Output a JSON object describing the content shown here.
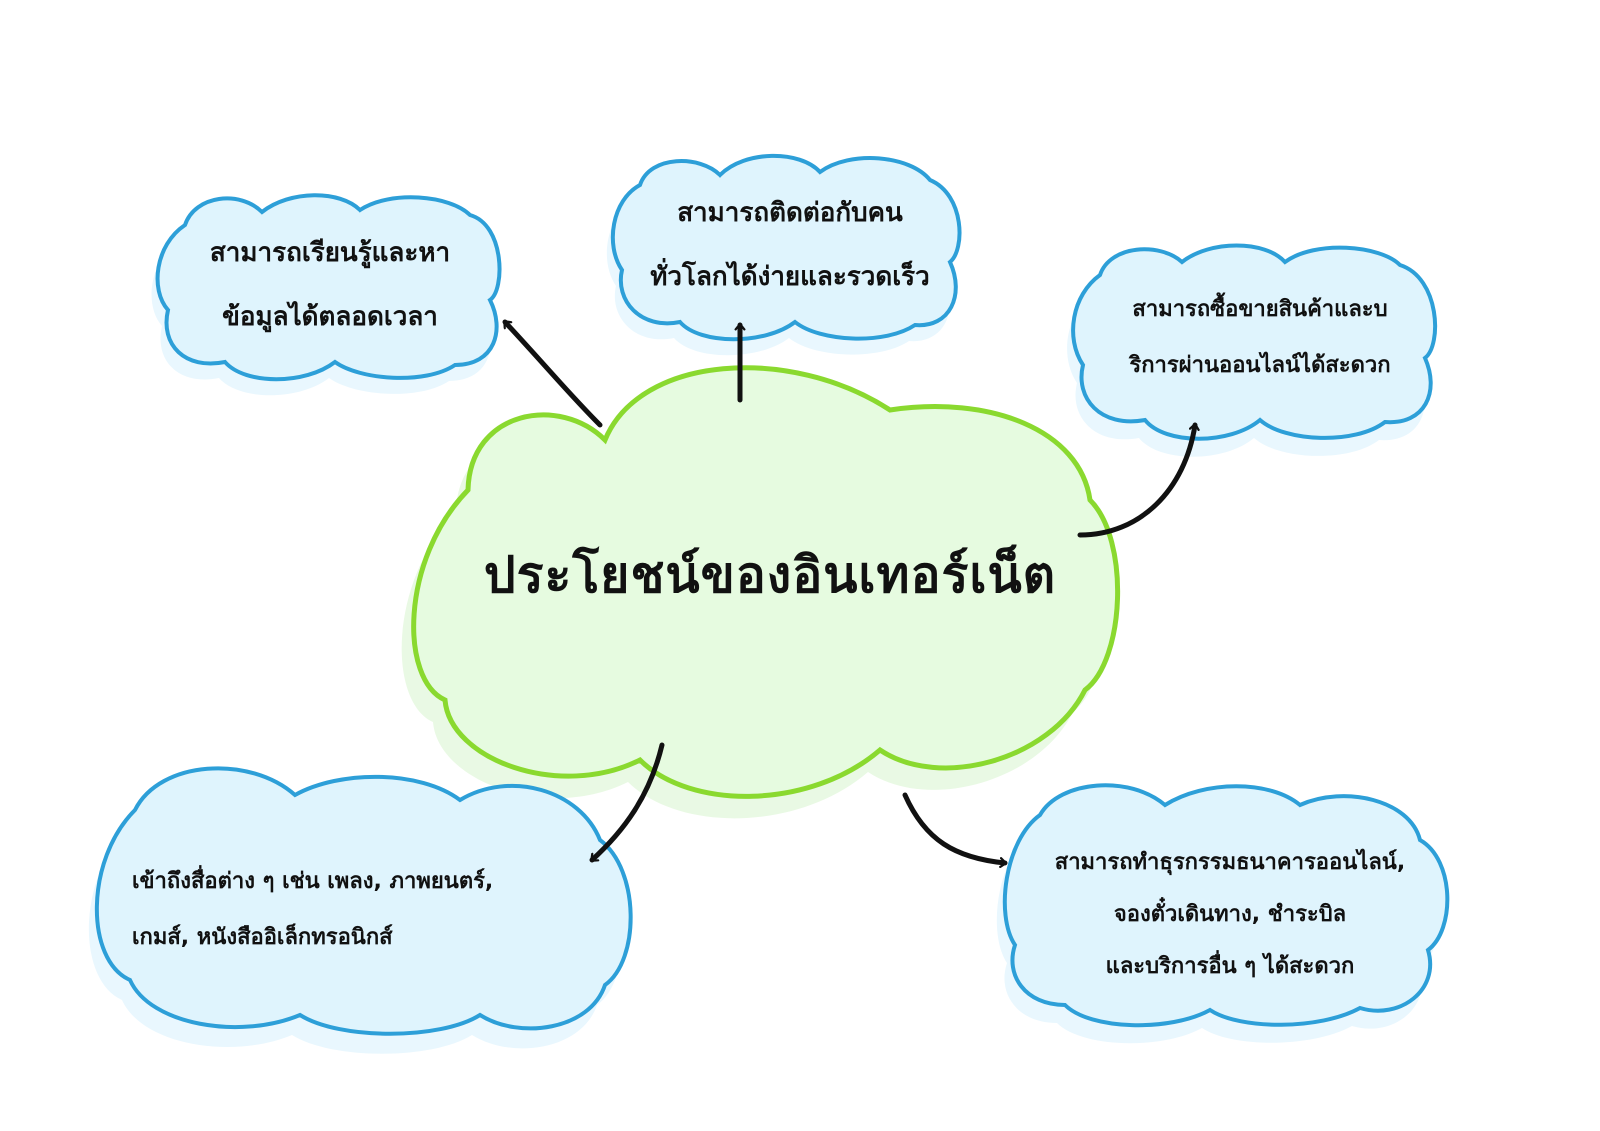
{
  "colors": {
    "cloud_fill": "#dff4fd",
    "cloud_stroke": "#2d9fd8",
    "cloud_shadow": "#e9f7fe",
    "center_fill": "#e6fbe0",
    "center_stroke": "#8ad92f",
    "arrow": "#111111"
  },
  "center": {
    "title": "ประโยชน์ของอินเทอร์เน็ต"
  },
  "benefits": [
    {
      "lines": [
        "สามารถเรียนรู้และหา",
        "ข้อมูลได้ตลอดเวลา"
      ]
    },
    {
      "lines": [
        "สามารถติดต่อกับคน",
        "ทั่วโลกได้ง่ายและรวดเร็ว"
      ]
    },
    {
      "lines": [
        "สามารถซื้อขายสินค้าและบ",
        "ริการผ่านออนไลน์ได้สะดวก"
      ]
    },
    {
      "lines": [
        "เข้าถึงสื่อต่าง ๆ เช่น เพลง, ภาพยนตร์,",
        "เกมส์, หนังสืออิเล็กทรอนิกส์"
      ]
    },
    {
      "lines": [
        "สามารถทำธุรกรรมธนาคารออนไลน์,",
        "จองตั๋วเดินทาง, ชำระบิล",
        "และบริการอื่น ๆ ได้สะดวก"
      ]
    }
  ]
}
